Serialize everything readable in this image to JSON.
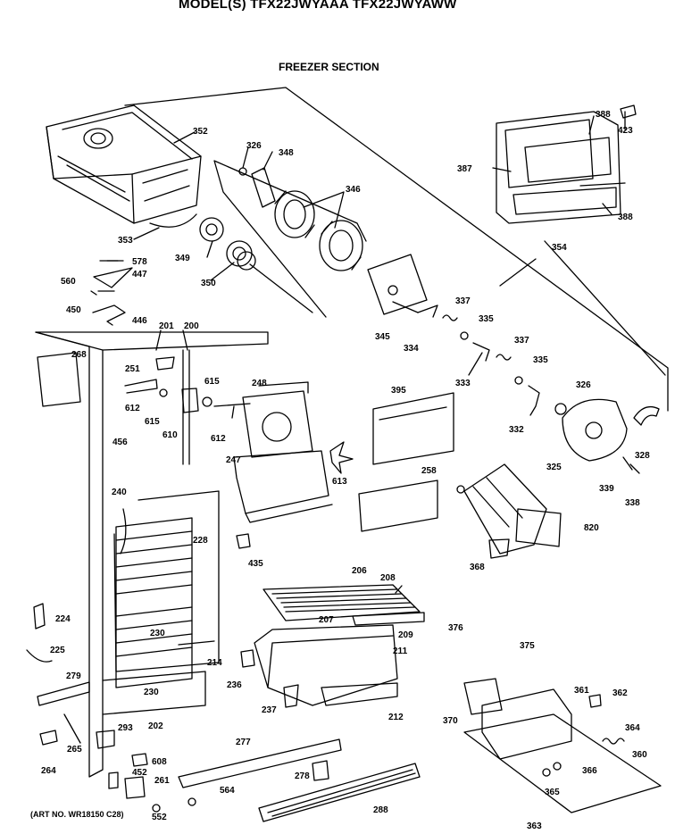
{
  "header": {
    "model_line": "MODEL(S) TFX22JWYAAA  TFX22JWYAWW",
    "section_title": "FREEZER SECTION",
    "art_number": "(ART NO. WR18150 C28)"
  },
  "callouts": [
    "352",
    "326",
    "348",
    "346",
    "388",
    "423",
    "387",
    "388",
    "353",
    "349",
    "350",
    "578",
    "447",
    "560",
    "450",
    "446",
    "354",
    "337",
    "335",
    "337",
    "345",
    "334",
    "333",
    "335",
    "201",
    "200",
    "268",
    "251",
    "615",
    "612",
    "615",
    "610",
    "248",
    "612",
    "395",
    "326",
    "332",
    "328",
    "325",
    "456",
    "247",
    "613",
    "258",
    "339",
    "338",
    "240",
    "228",
    "820",
    "435",
    "368",
    "206",
    "208",
    "224",
    "230",
    "207",
    "209",
    "376",
    "375",
    "225",
    "279",
    "214",
    "211",
    "230",
    "236",
    "237",
    "212",
    "370",
    "361",
    "362",
    "364",
    "202",
    "293",
    "265",
    "264",
    "277",
    "608",
    "452",
    "261",
    "278",
    "366",
    "360",
    "564",
    "365",
    "552",
    "288",
    "363"
  ],
  "colors": {
    "line": "#000000",
    "background": "#ffffff"
  }
}
